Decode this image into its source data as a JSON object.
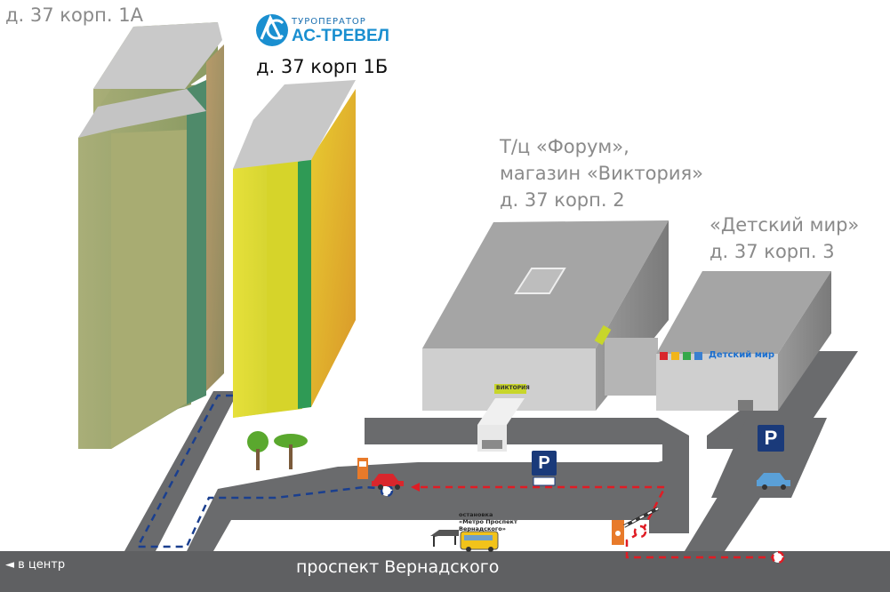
{
  "labels": {
    "building_1a": "д. 37 корп. 1А",
    "building_1b": "д. 37 корп 1Б",
    "forum_line1": "Т/ц «Форум»,",
    "forum_line2": "магазин «Виктория»",
    "forum_line3": "д. 37 корп. 2",
    "detsky_line1": "«Детский мир»",
    "detsky_line2": "д. 37 корп. 3"
  },
  "logo": {
    "line1": "ТУРОПЕРАТОР",
    "line2": "АС-ТРЕВЕЛ",
    "icon": "as-travel-logo",
    "color": "#1a8fd0"
  },
  "signs": {
    "viktoria": "ВИКТОРИЯ",
    "detsky_mir": "Детский мир",
    "parking": "P",
    "bus_stop_line1": "остановка",
    "bus_stop_line2": "«Метро Проспект",
    "bus_stop_line3": "Вернадского»"
  },
  "roads": {
    "main_street": "проспект Вернадского",
    "to_center": "◄ в центр"
  },
  "colors": {
    "road": "#5f6062",
    "walk_route": "#1a3f8f",
    "drive_route": "#e01c24",
    "parking_sign": "#1a3a7a",
    "car_red": "#d9262c",
    "car_blue": "#5aa0d8",
    "bus_yellow": "#f2c31a"
  }
}
